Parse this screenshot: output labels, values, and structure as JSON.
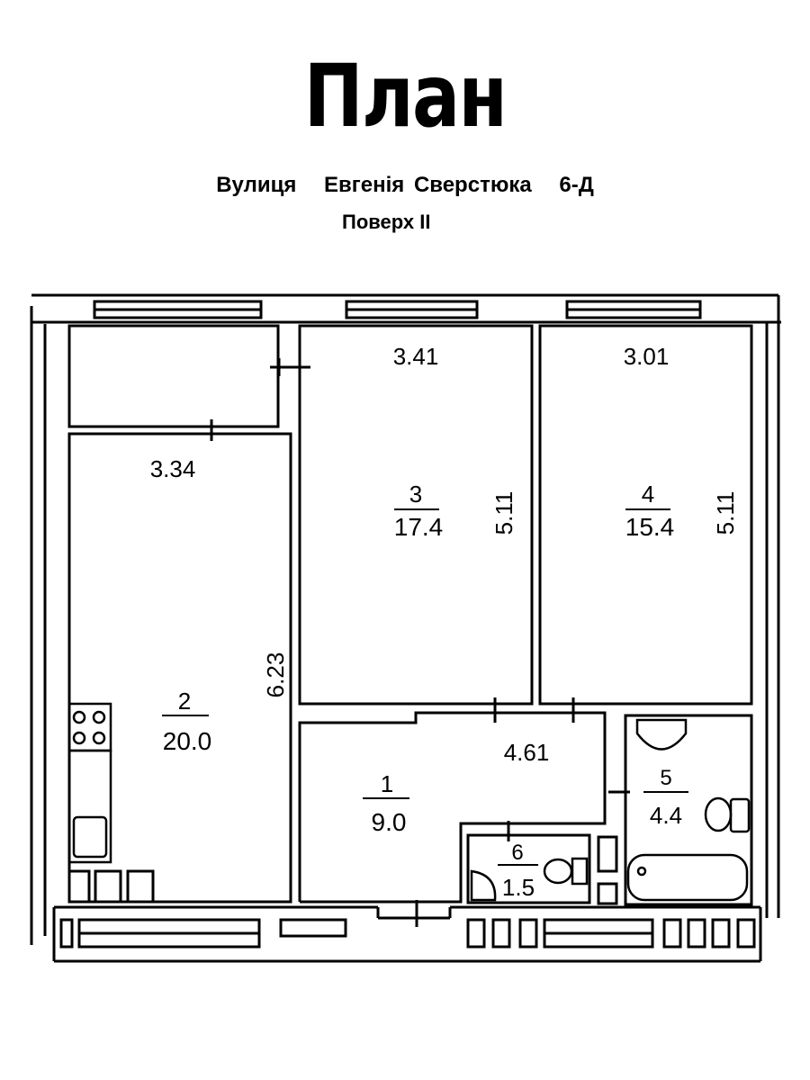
{
  "header": {
    "title": "План",
    "street_label": "Вулиця",
    "street_name": "Евгенія Сверстюка",
    "house": "6-Д",
    "floor": "Поверх II"
  },
  "rooms": [
    {
      "id": "1",
      "area": "9.0",
      "label": "1"
    },
    {
      "id": "2",
      "area": "20.0",
      "label": "2"
    },
    {
      "id": "3",
      "area": "17.4",
      "label": "3"
    },
    {
      "id": "4",
      "area": "15.4",
      "label": "4"
    },
    {
      "id": "5",
      "area": "4.4",
      "label": "5"
    },
    {
      "id": "6",
      "area": "1.5",
      "label": "6"
    }
  ],
  "dimensions": {
    "room2_width": "3.34",
    "room2_length": "6.23",
    "room3_width": "3.41",
    "room3_length": "5.11",
    "room4_width": "3.01",
    "room4_length": "5.11",
    "room1_width": "4.61"
  }
}
